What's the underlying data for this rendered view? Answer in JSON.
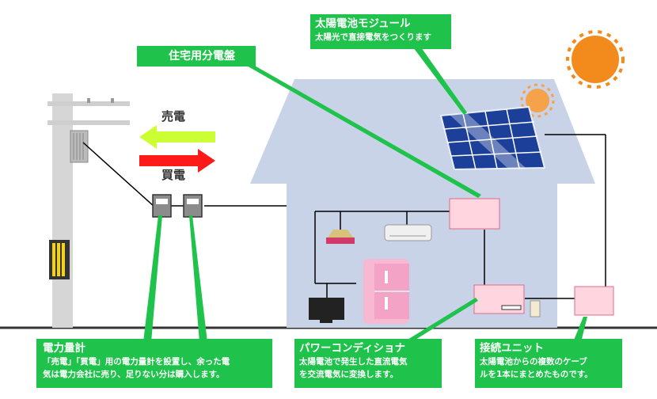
{
  "labels": {
    "solar_module": {
      "title": "太陽電池モジュール",
      "desc": "太陽光で直接電気をつくります"
    },
    "distribution_board": {
      "title": "住宅用分電盤"
    },
    "meter": {
      "title": "電力量計",
      "desc1": "「売電」「買電」用の電力量計を設置し、余った電",
      "desc2": "気は電力会社に売り、足りない分は購入します。"
    },
    "power_conditioner": {
      "title": "パワーコンディショナ",
      "desc1": "太陽電池で発生した直流電気",
      "desc2": "を交流電気に変換します。"
    },
    "junction_unit": {
      "title": "接続ユニット",
      "desc1": "太陽電池からの複数のケーブ",
      "desc2": "ルを1本にまとめたものです。"
    }
  },
  "arrows": {
    "sell": "売電",
    "buy": "買電"
  },
  "colors": {
    "callout_green": "#1fc24a",
    "house": "#c8d3e8",
    "pole": "#d9d9d9",
    "sell_arrow": "#ccff33",
    "buy_arrow": "#ff1a1a",
    "box_pink": "#ffd6e0",
    "sun": "#f28a1c",
    "panel_blue": "#1c3f99"
  }
}
